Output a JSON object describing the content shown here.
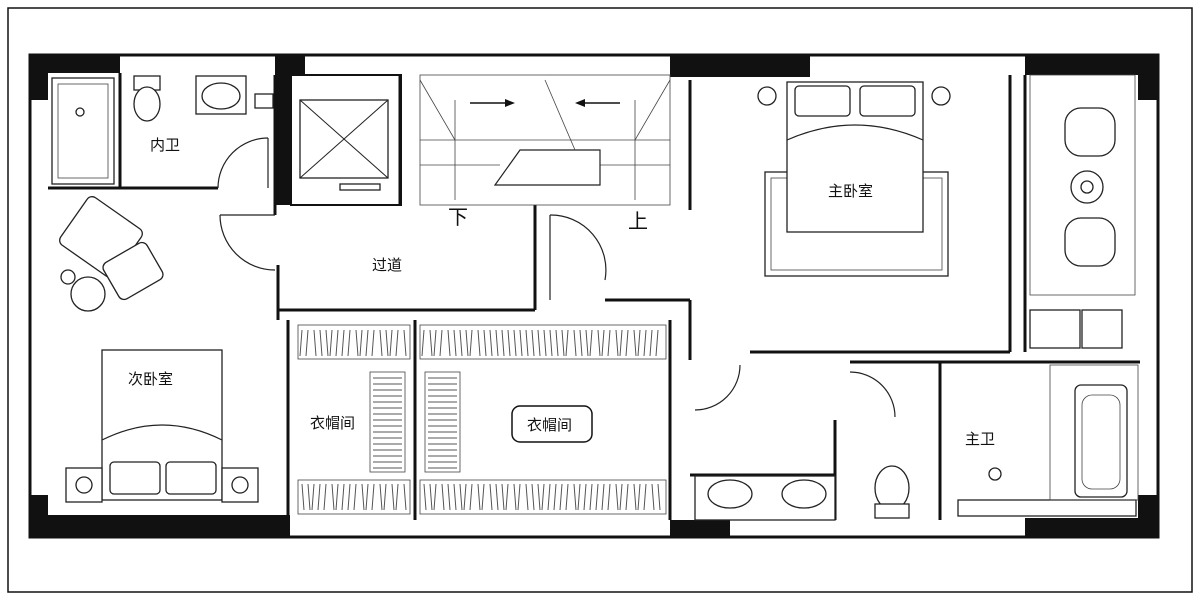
{
  "rooms": {
    "inner_bath": "内卫",
    "corridor": "过道",
    "stair_down": "下",
    "stair_up": "上",
    "master_bedroom": "主卧室",
    "second_bedroom": "次卧室",
    "closet_left": "衣帽间",
    "closet_right": "衣帽间",
    "master_bath": "主卫"
  }
}
